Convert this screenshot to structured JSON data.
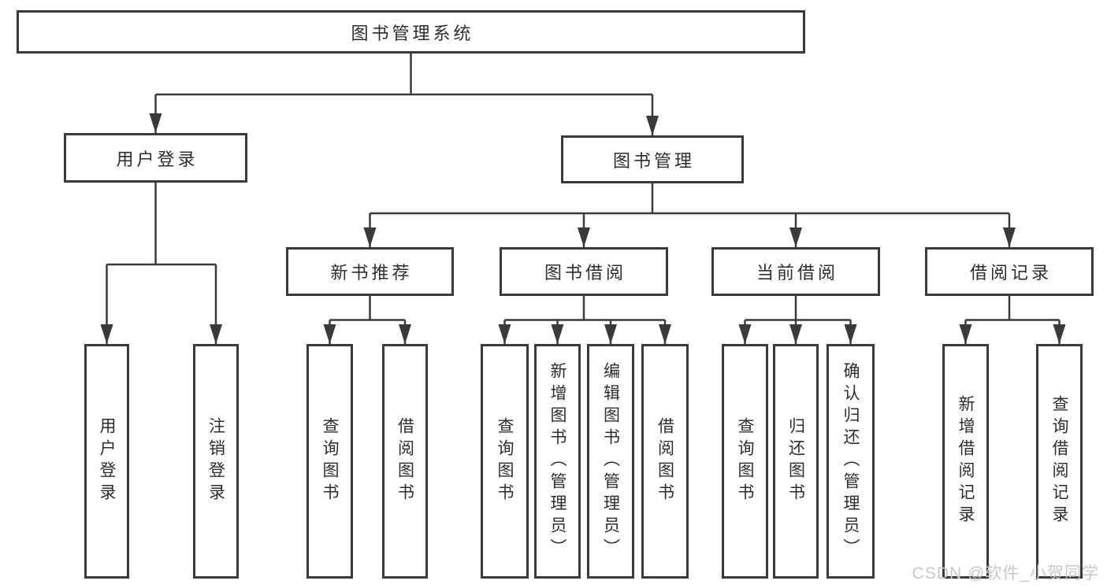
{
  "nodes": {
    "root": {
      "label": "图书管理系统"
    },
    "user_login": {
      "label": "用户登录"
    },
    "book_mgmt": {
      "label": "图书管理"
    },
    "new_books": {
      "label": "新书推荐"
    },
    "book_borrow": {
      "label": "图书借阅"
    },
    "current_borrow": {
      "label": "当前借阅"
    },
    "borrow_records": {
      "label": "借阅记录"
    },
    "login_user": {
      "label": "用户登录"
    },
    "login_logout": {
      "label": "注销登录"
    },
    "nb_query_books": {
      "label": "查询图书"
    },
    "nb_borrow_books": {
      "label": "借阅图书"
    },
    "bb_query_books": {
      "label": "查询图书"
    },
    "bb_add_books": {
      "label": "新增图书（管理员）"
    },
    "bb_edit_books": {
      "label": "编辑图书（管理员）"
    },
    "bb_borrow_books": {
      "label": "借阅图书"
    },
    "cb_query_books": {
      "label": "查询图书"
    },
    "cb_return_books": {
      "label": "归还图书"
    },
    "cb_confirm_return": {
      "label": "确认归还（管理员）"
    },
    "br_add_record": {
      "label": "新增借阅记录"
    },
    "br_query_record": {
      "label": "查询借阅记录"
    }
  },
  "watermark": {
    "text": "CSDN @软件_小贺同学"
  },
  "colors": {
    "line": "#3a3a3a",
    "text": "#2d2d2d",
    "watermark": "#c8c8c8",
    "background": "#ffffff"
  }
}
